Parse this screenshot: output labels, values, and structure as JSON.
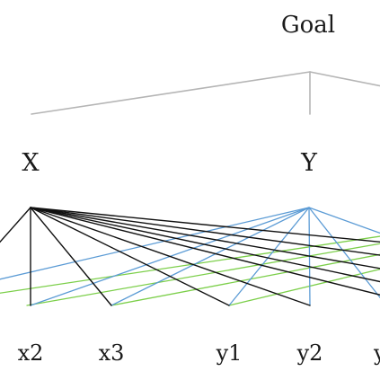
{
  "diagram": {
    "goal": {
      "label": "Goal"
    },
    "criteria": [
      {
        "id": "X",
        "label": "X"
      },
      {
        "id": "Y",
        "label": "Y"
      }
    ],
    "alternatives": [
      {
        "id": "x2",
        "label": "x2"
      },
      {
        "id": "x3",
        "label": "x3"
      },
      {
        "id": "y1",
        "label": "y1"
      },
      {
        "id": "y2",
        "label": "y2"
      },
      {
        "id": "y3",
        "label": "y"
      }
    ],
    "colors": {
      "goal_connector": "#b5b5b5",
      "criterion_X_links": "#111111",
      "criterion_Y_links": "#5b9bd5",
      "secondary_links": "#7ccf4a"
    }
  }
}
